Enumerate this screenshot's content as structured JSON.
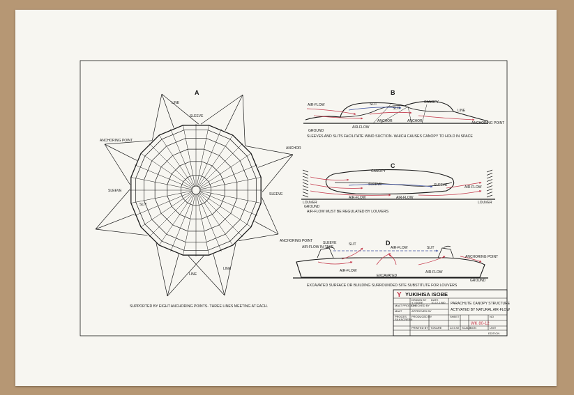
{
  "labels": {
    "fig_a": "A",
    "fig_b": "B",
    "fig_c": "C",
    "fig_d": "D",
    "line": "LINE",
    "sleeve": "SLEEVE",
    "anchoring_point": "ANCHORING POINT",
    "anchor": "ANCHOR",
    "slit": "SLIT",
    "canopy": "CANOPY",
    "air_flow": "AIR-FLOW",
    "air_flow_intake": "AIR-FLOW IN-TAKE",
    "ground": "GROUND",
    "louver": "LOUVER",
    "excavated": "EXCAVATED"
  },
  "captions": {
    "a": "SUPPORTED BY EIGHT ANCHORING POINTS- THREE LINES MEETING AT EACH.",
    "b": "SLEEVES AND SLITS FACILITATE WIND SUCTION- WHICH CAUSES CANOPY TO HOLD IN SPACE",
    "c": "AIR-FLOW MUST BE REGULATED BY LOUVERS",
    "d": "EXCAVATED SURFACE OR BUILDING SURROUNDED SITE SUBSTITUTE FOR LOUVERS"
  },
  "title_block": {
    "author": "YUKIHISA ISOBE",
    "logo": "Y",
    "title_line1": "PARACHUTE CANOPY STRUCTURE",
    "title_line2": "ACTIVATED BY NATURAL AIR-FLOW",
    "drawing_no": "WK 80-12",
    "edition": "EDITION",
    "fields": {
      "drawn_by": "DRAWN BY",
      "date": "DATE",
      "drawn_name": "Y. ISOBE",
      "drawn_date": "10-12-1980",
      "checked_by": "CHECKED BY",
      "approved_by": "APPROVED BY",
      "malt_process": "MALT PROCESS",
      "malt": "MALT",
      "proces": "PROCES",
      "silkscreen": "SILKSCREEN",
      "produced_by": "PRODUCED BY",
      "printed_by": "PRINTED BY",
      "printer": "TOKARE",
      "printed_date": "22.5.92",
      "sheet": "SHEET",
      "scale": "SCALE",
      "scale_value": "NON",
      "unit": "UNIT",
      "no": "NO"
    }
  },
  "colors": {
    "ink": "#1a1a1a",
    "red": "#c4384a",
    "blue": "#3a4ea0",
    "paper": "#f7f6f1",
    "board": "#b69774"
  }
}
